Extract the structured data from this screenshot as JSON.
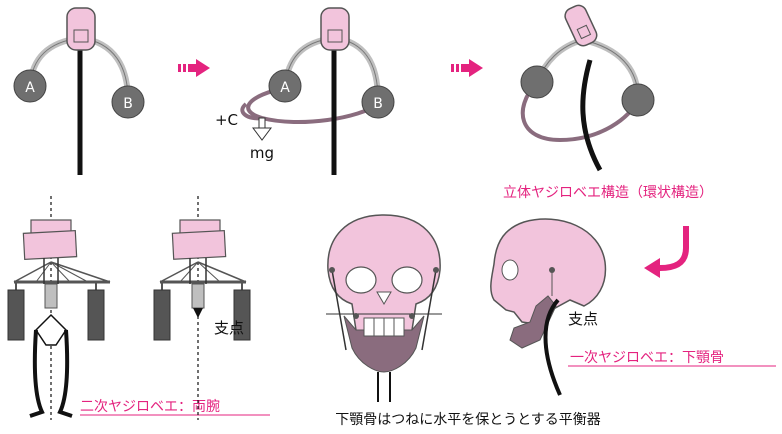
{
  "panel1": {
    "node_a": "A",
    "node_b": "B"
  },
  "panel2": {
    "node_a": "A",
    "node_b": "B",
    "charge": "+C",
    "weight": "mg"
  },
  "panel3": {
    "caption": "立体ヤジロベエ構造（環状構造）"
  },
  "arms": {
    "fulcrum": "支点",
    "caption": "二次ヤジロベエ：両腕"
  },
  "skull": {
    "caption": "下顎骨はつねに水平を保とうとする平衡器"
  },
  "profile": {
    "fulcrum": "支点",
    "caption": "一次ヤジロベエ：下顎骨"
  },
  "colors": {
    "pink_fill": "#f2c4dc",
    "pink_accent": "#e4237f",
    "loop": "#8a6c7e",
    "ball": "#6f6f6f",
    "jaw": "#8a6c7e",
    "weight_block": "#555555"
  },
  "icons": [
    "arrow-right-icon",
    "down-arrow-icon",
    "curved-arrow-icon"
  ]
}
